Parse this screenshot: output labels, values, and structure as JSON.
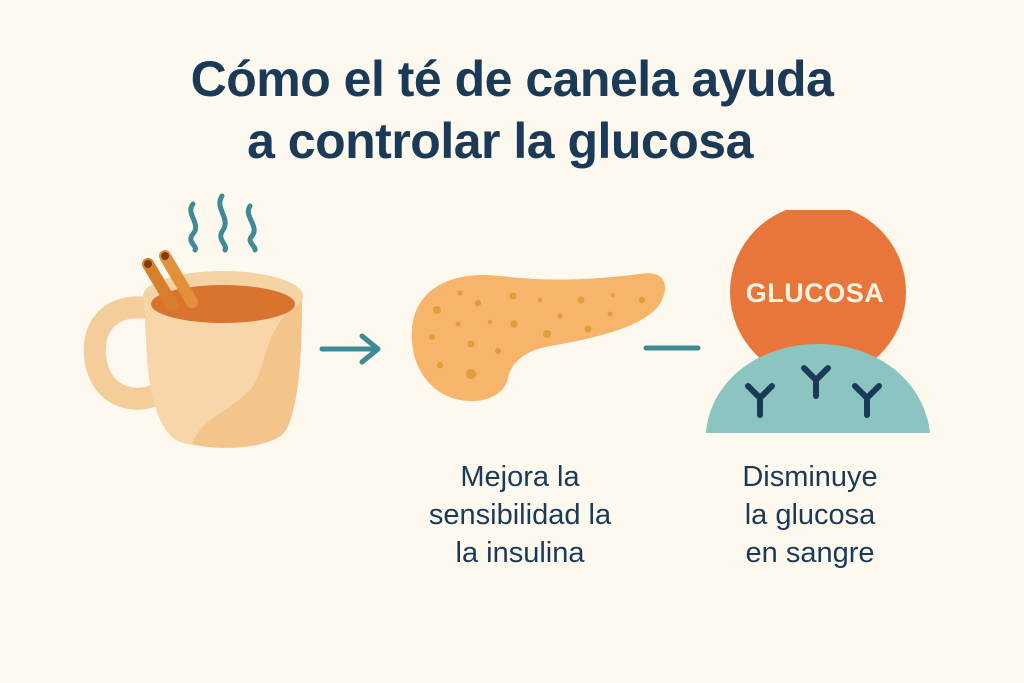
{
  "title": {
    "line1": "Cómo el té de canela ayuda",
    "line2": "a controlar la glucosa"
  },
  "steps": [
    {
      "name": "cinnamon-tea-mug",
      "icon": "mug-with-cinnamon-icon"
    },
    {
      "name": "pancreas",
      "icon": "pancreas-icon",
      "caption": [
        "Mejora la",
        "sensibilidad la",
        "la insulina"
      ]
    },
    {
      "name": "glucose-cell",
      "icon": "glucose-receptor-icon",
      "label": "GLUCOSA",
      "caption": [
        "Disminuye",
        "la glucosa",
        "en sangre"
      ]
    }
  ],
  "colors": {
    "background": "#fdf9ee",
    "title": "#1b3a57",
    "teal": "#3e8a97",
    "mug": "#f7d3a3",
    "tea": "#d9732e",
    "cinnamon": "#e08a35",
    "pancreas": "#f6b56a",
    "pancreas_dots": "#e39b3c",
    "glucose": "#e8763a",
    "cell": "#8bc4c1",
    "receptor": "#1b3a57"
  }
}
